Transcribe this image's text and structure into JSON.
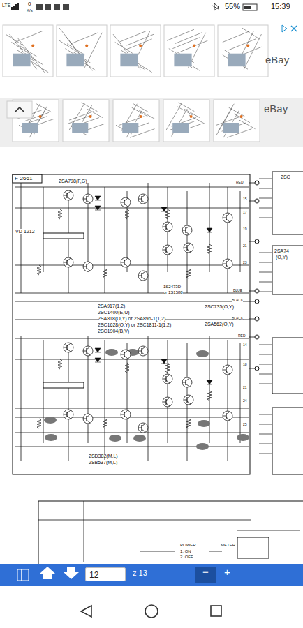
{
  "diagram": {
    "nodes": [
      {
        "text": [
          "12"
        ]
      }
    ],
    "labels": [
      "LTE",
      "0",
      "K/s",
      "55%",
      "15:39",
      "eBay",
      "eBay",
      "F-2661",
      "2SA798(F,G)",
      "VD-1212",
      "2SA917(1,2)",
      "2SC1400(E,U)",
      "2SA818(O,Y) or 2SA896-1(1,2)",
      "2SC1628(O,Y) or 2SC1811-1(1,2)",
      "2SC1904(B,V)",
      "1S2473D",
      "or 1S1588",
      "2SC735(O,Y)",
      "2SA562(O,Y)",
      "2SD382(M,L)",
      "2SB537(M,L)",
      "RED",
      "BLUE",
      "BLACK",
      "BLACK",
      "RED",
      "2SA74",
      "(O,Y)",
      "2SC",
      "POWER",
      "METER",
      "1. ON",
      "2. OFF",
      "z 13",
      "−",
      "+",
      "15",
      "17",
      "19",
      "21",
      "23",
      "14",
      "18",
      "21",
      "24",
      "25"
    ]
  }
}
